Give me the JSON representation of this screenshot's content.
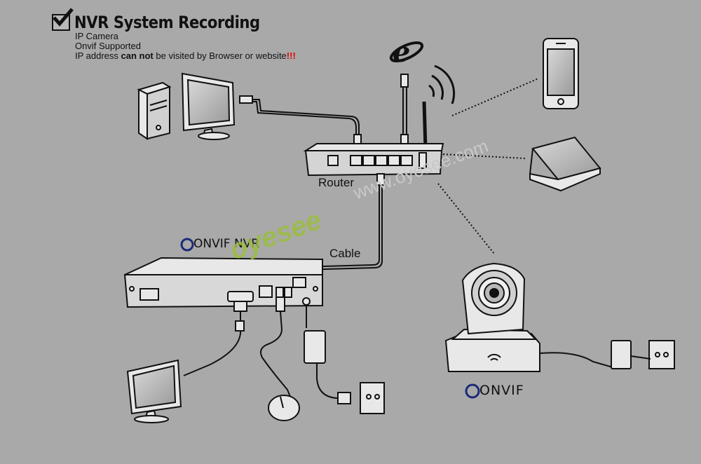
{
  "header": {
    "title": "NVR System Recording",
    "line1": "IP Camera",
    "line2": "Onvif Supported",
    "line3_a": "IP address ",
    "line3_b": "can not",
    "line3_c": " be visited by Browser or website",
    "line3_d": "!!!"
  },
  "labels": {
    "router": "Router",
    "cable": "Cable",
    "nvr": "NVR",
    "onvif_nvr": "ONVIF",
    "onvif_camera": "ONVIF"
  },
  "watermark": {
    "url": "www.oyesee.com",
    "brand": "oyesee"
  },
  "colors": {
    "background": "#a9a9a9",
    "line": "#111111",
    "warning": "#e00000",
    "brand": "#9bbf3a",
    "ie_blue": "#1a1a1a"
  }
}
